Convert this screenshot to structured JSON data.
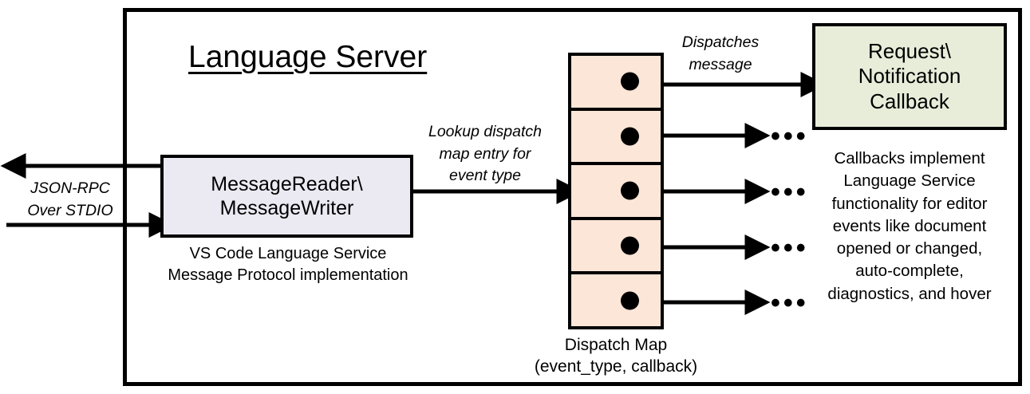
{
  "diagram": {
    "title": "Language Server",
    "boundary_name": "language-server-boundary"
  },
  "message_io": {
    "line1": "MessageReader\\",
    "line2": "MessageWriter",
    "caption_line1": "VS Code Language Service",
    "caption_line2": "Message Protocol implementation",
    "fill": "#ebe9f2"
  },
  "transport": {
    "label_line1": "JSON-RPC",
    "label_line2": "Over STDIO"
  },
  "lookup": {
    "label_line1": "Lookup dispatch",
    "label_line2": "map entry for",
    "label_line3": "event type"
  },
  "dispatch": {
    "label_line1": "Dispatches",
    "label_line2": "message",
    "map_caption_line1": "Dispatch Map",
    "map_caption_line2": "(event_type, callback)",
    "fill": "#fbe6d7",
    "rows": [
      {
        "name": "dispatch-entry-1",
        "dot": "callback-pointer-dot"
      },
      {
        "name": "dispatch-entry-2",
        "dot": "callback-pointer-dot"
      },
      {
        "name": "dispatch-entry-3",
        "dot": "callback-pointer-dot"
      },
      {
        "name": "dispatch-entry-4",
        "dot": "callback-pointer-dot"
      },
      {
        "name": "dispatch-entry-5",
        "dot": "callback-pointer-dot"
      }
    ],
    "ellipsis": "•••",
    "ellipsis_count": 4
  },
  "callback": {
    "line1": "Request\\",
    "line2": "Notification",
    "line3": "Callback",
    "fill": "#e8edda",
    "caption_line1": "Callbacks implement",
    "caption_line2": "Language Service",
    "caption_line3": "functionality for editor",
    "caption_line4": "events like document",
    "caption_line5": "opened or changed,",
    "caption_line6": "auto-complete,",
    "caption_line7": "diagnostics, and hover"
  },
  "colors": {
    "stroke": "#000000",
    "background": "#ffffff"
  }
}
